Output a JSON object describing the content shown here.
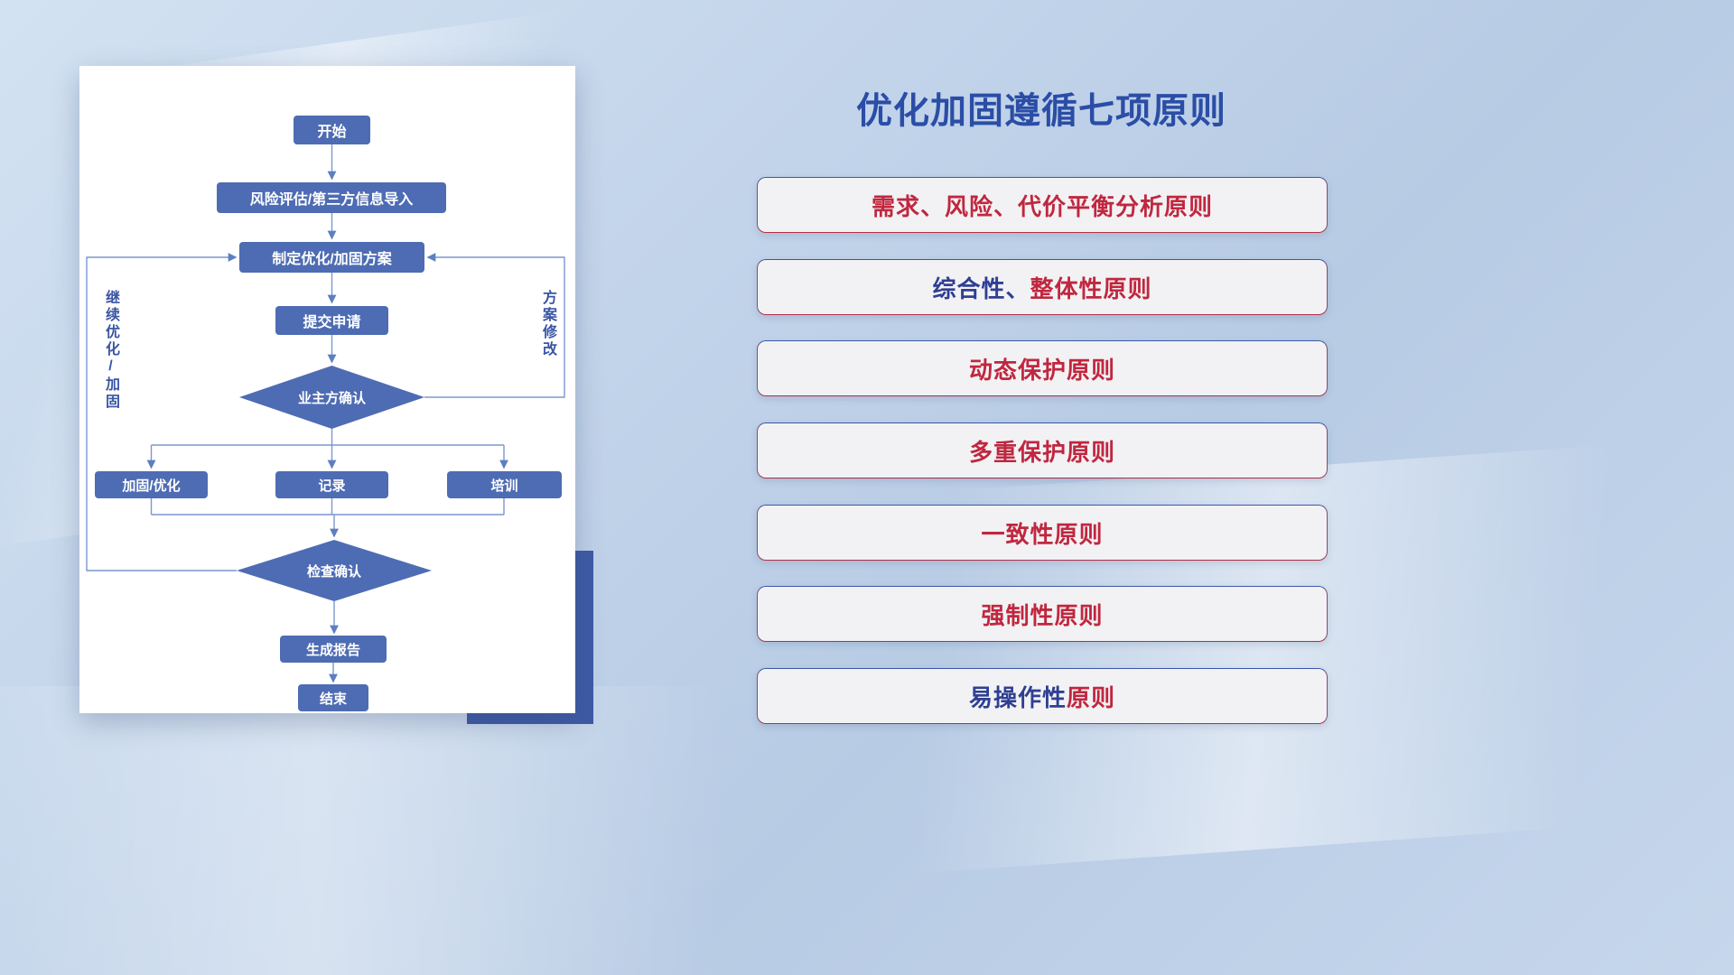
{
  "flowchart": {
    "nodes": {
      "start": "开始",
      "risk_import": "风险评估/第三方信息导入",
      "plan": "制定优化/加固方案",
      "submit": "提交申请",
      "owner_confirm": "业主方确认",
      "harden": "加固/优化",
      "record": "记录",
      "training": "培训",
      "check_confirm": "检查确认",
      "report": "生成报告",
      "end": "结束"
    },
    "labels": {
      "left_loop": "继续优化/加固",
      "right_loop": "方案修改"
    }
  },
  "panel": {
    "title": "优化加固遵循七项原则",
    "principles": [
      {
        "segments": [
          {
            "text": "需求、风险、代价平衡分析原则",
            "tone": "red"
          }
        ]
      },
      {
        "segments": [
          {
            "text": "综合性、",
            "tone": "navy"
          },
          {
            "text": "整体性原则",
            "tone": "red"
          }
        ]
      },
      {
        "segments": [
          {
            "text": "动态保护原则",
            "tone": "red"
          }
        ]
      },
      {
        "segments": [
          {
            "text": "多重保护原则",
            "tone": "red"
          }
        ]
      },
      {
        "segments": [
          {
            "text": "一致性原则",
            "tone": "red"
          }
        ]
      },
      {
        "segments": [
          {
            "text": "强制性原则",
            "tone": "red"
          }
        ]
      },
      {
        "segments": [
          {
            "text": "易操作性",
            "tone": "navy"
          },
          {
            "text": "原则",
            "tone": "red"
          }
        ]
      }
    ]
  },
  "colors": {
    "background_light": "#d3e2f2",
    "background_dark": "#b7cbe4",
    "node_blue": "#4e6cb3",
    "line_blue": "#7b97cf",
    "accent_rect_blue": "#3d5aa4",
    "title_blue": "#2b4da6",
    "principle_red": "#c0273f",
    "principle_navy": "#2f3f93",
    "card_white": "#ffffff",
    "principle_fill": "#f2f2f4"
  }
}
